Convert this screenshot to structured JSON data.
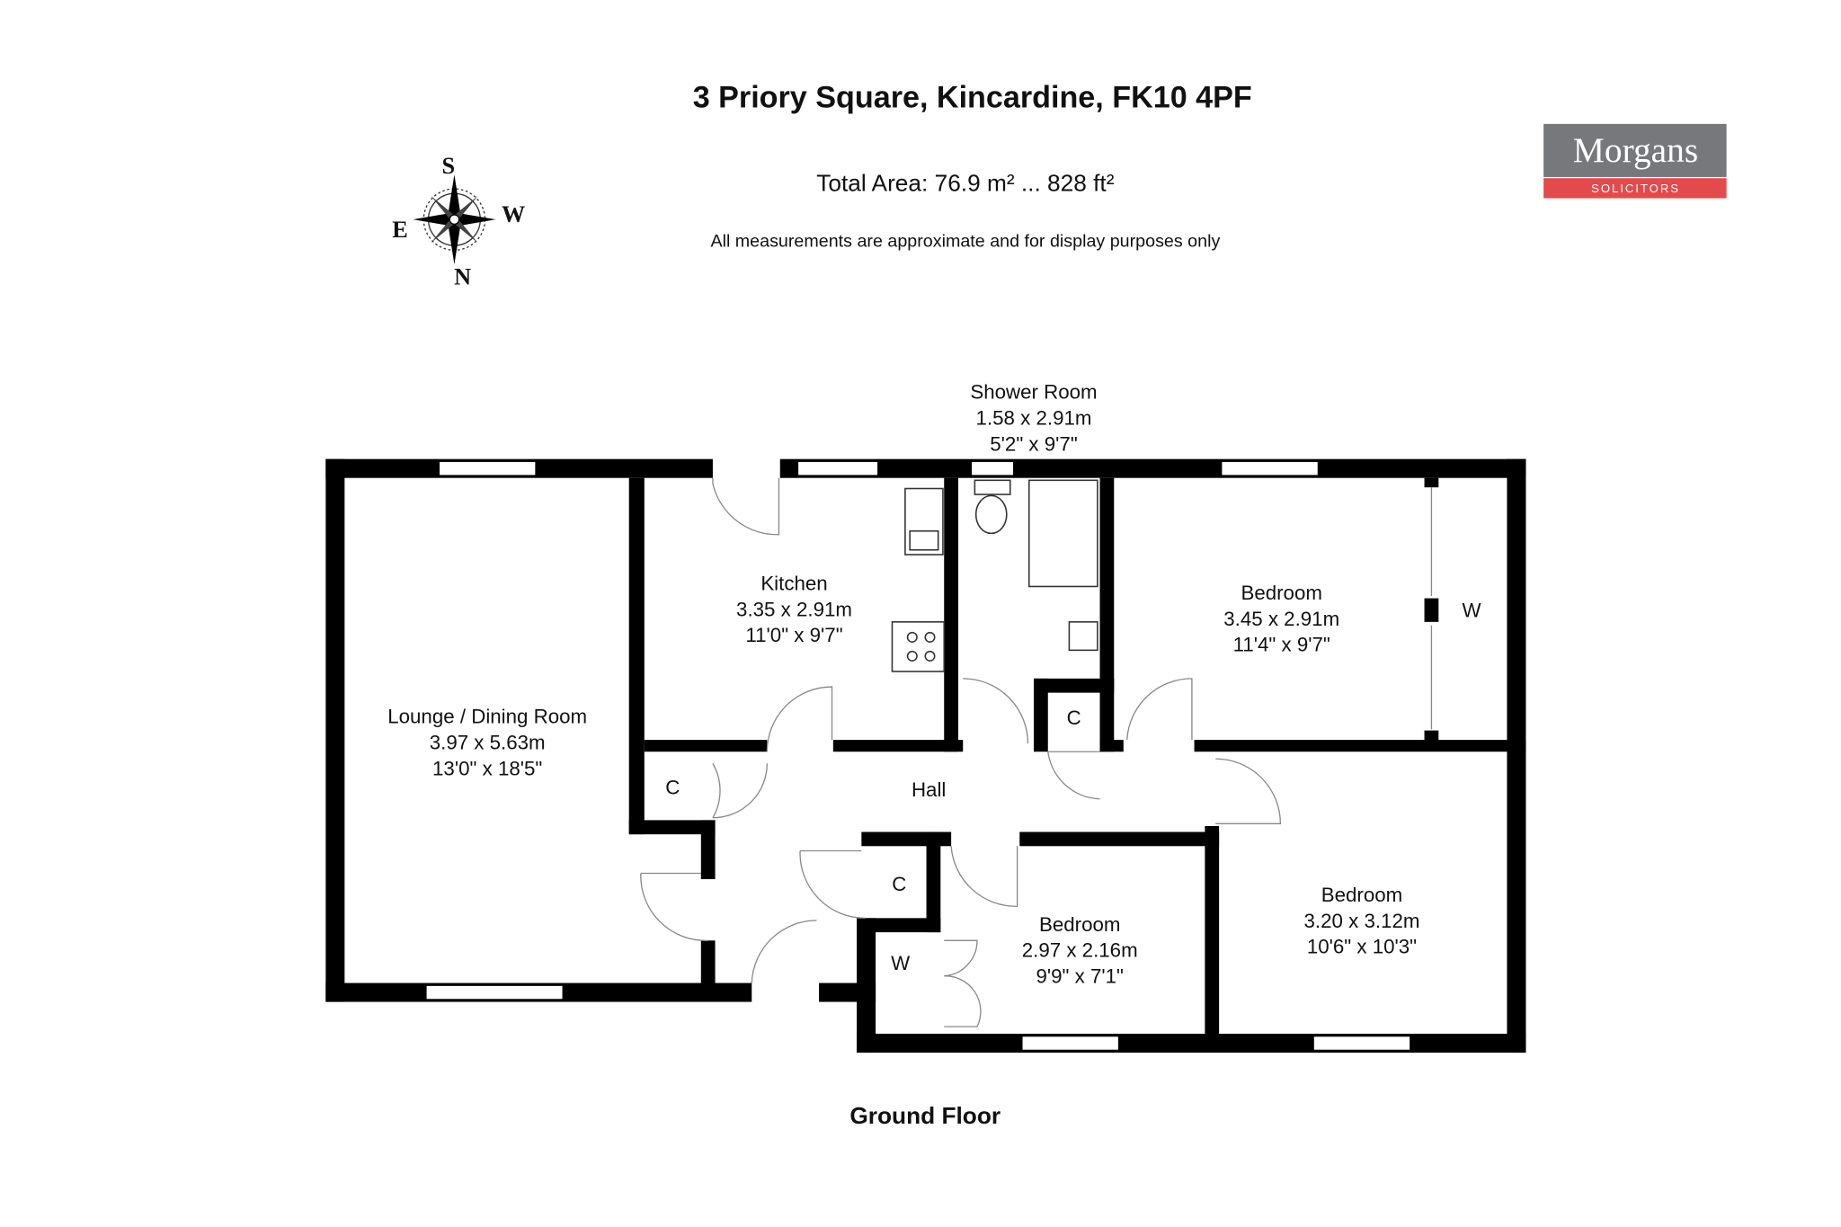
{
  "header": {
    "title": "3 Priory Square, Kincardine, FK10 4PF",
    "total_area": "Total Area: 76.9 m² ... 828 ft²",
    "disclaimer": "All measurements are approximate and for display purposes only"
  },
  "logo": {
    "name": "Morgans",
    "tagline": "SOLICITORS",
    "gray": "#77787b",
    "red": "#e34a4c"
  },
  "compass": {
    "top": "S",
    "right": "W",
    "left": "E",
    "bottom": "N"
  },
  "rooms": {
    "lounge": {
      "name": "Lounge / Dining Room",
      "metric": "3.97 x 5.63m",
      "imperial": "13'0\" x 18'5\""
    },
    "kitchen": {
      "name": "Kitchen",
      "metric": "3.35 x 2.91m",
      "imperial": "11'0\" x 9'7\""
    },
    "shower": {
      "name": "Shower Room",
      "metric": "1.58 x 2.91m",
      "imperial": "5'2\" x 9'7\""
    },
    "bedroom1": {
      "name": "Bedroom",
      "metric": "3.45 x 2.91m",
      "imperial": "11'4\" x 9'7\""
    },
    "bedroom2": {
      "name": "Bedroom",
      "metric": "2.97 x 2.16m",
      "imperial": "9'9\" x 7'1\""
    },
    "bedroom3": {
      "name": "Bedroom",
      "metric": "3.20 x 3.12m",
      "imperial": "10'6\" x 10'3\""
    },
    "hall": {
      "name": "Hall"
    },
    "cupboard_label": "C",
    "wardrobe_label": "W"
  },
  "floor_label": "Ground Floor"
}
